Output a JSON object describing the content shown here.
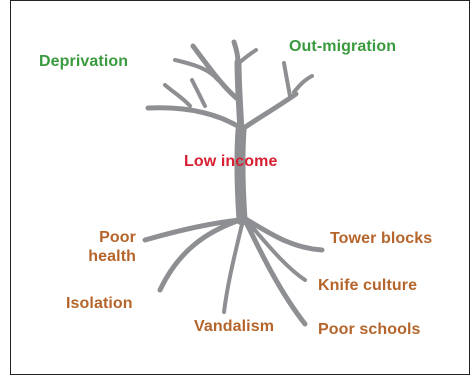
{
  "diagram": {
    "trunk": {
      "label": "Low income",
      "color": "#d62032"
    },
    "branches": [
      {
        "label": "Deprivation",
        "color": "#3a9a3e"
      },
      {
        "label": "Out-migration",
        "color": "#3a9a3e"
      }
    ],
    "roots": [
      {
        "label": "Poor\nhealth",
        "color": "#b5652b"
      },
      {
        "label": "Isolation",
        "color": "#b5652b"
      },
      {
        "label": "Vandalism",
        "color": "#b5652b"
      },
      {
        "label": "Poor schools",
        "color": "#b5652b"
      },
      {
        "label": "Knife culture",
        "color": "#b5652b"
      },
      {
        "label": "Tower blocks",
        "color": "#b5652b"
      }
    ],
    "tree_color": "#8e8f92"
  }
}
